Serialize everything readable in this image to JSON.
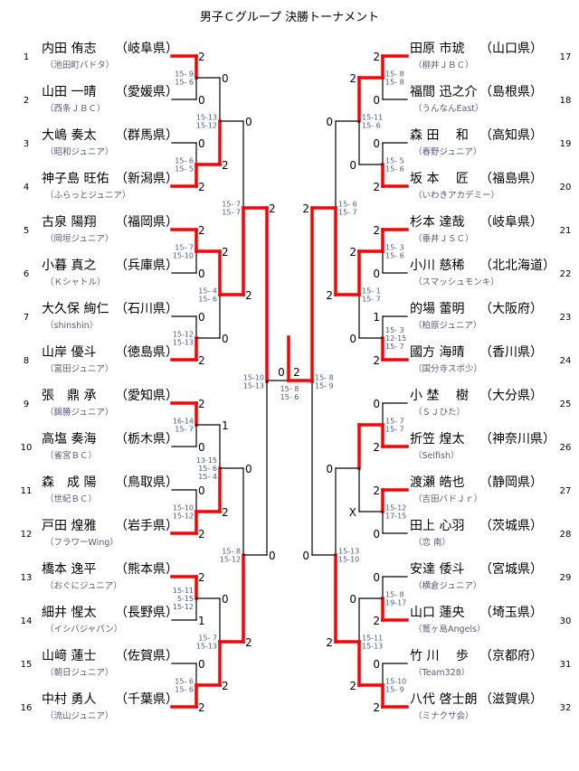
{
  "title": "男子Ｃグループ 決勝トーナメント",
  "colors": {
    "win": "#ff0000",
    "line": "#000000",
    "games": "#4a5a8a"
  },
  "left": {
    "players": [
      {
        "no": "1",
        "name": "内田 侑志",
        "pref": "（岐阜県）",
        "club": "（池田町バドタ）"
      },
      {
        "no": "2",
        "name": "山田 一晴",
        "pref": "（愛媛県）",
        "club": "（西条ＪＢＣ）"
      },
      {
        "no": "3",
        "name": "大嶋 奏太",
        "pref": "（群馬県）",
        "club": "（昭和ジュニア）"
      },
      {
        "no": "4",
        "name": "神子島 旺佑",
        "pref": "（新潟県）",
        "club": "（ふらっとジュニア）"
      },
      {
        "no": "5",
        "name": "古泉 陽翔",
        "pref": "（福岡県）",
        "club": "（岡垣ジュニア）"
      },
      {
        "no": "6",
        "name": "小暮 真之",
        "pref": "（兵庫県）",
        "club": "（Ｋシャトル）"
      },
      {
        "no": "7",
        "name": "大久保 絢仁",
        "pref": "（石川県）",
        "club": "（shinshin）"
      },
      {
        "no": "8",
        "name": "山岸 優斗",
        "pref": "（徳島県）",
        "club": "（富田ジュニア）"
      },
      {
        "no": "9",
        "name": "張　鼎 承",
        "pref": "（愛知県）",
        "club": "（錦勝ジュニア）"
      },
      {
        "no": "10",
        "name": "高塩 奏海",
        "pref": "（栃木県）",
        "club": "（雀宮ＢＣ）"
      },
      {
        "no": "11",
        "name": "森　成 陽",
        "pref": "（鳥取県）",
        "club": "（世紀ＢＣ）"
      },
      {
        "no": "12",
        "name": "戸田 煌雅",
        "pref": "（岩手県）",
        "club": "（フラワーWing）"
      },
      {
        "no": "13",
        "name": "橋本 逸平",
        "pref": "（熊本県）",
        "club": "（おぐにジュニア）"
      },
      {
        "no": "14",
        "name": "細井 惺太",
        "pref": "（長野県）",
        "club": "（イシバジャパン）"
      },
      {
        "no": "15",
        "name": "山﨑 蓮士",
        "pref": "（佐賀県）",
        "club": "（朝日ジュニア）"
      },
      {
        "no": "16",
        "name": "中村 勇人",
        "pref": "（千葉県）",
        "club": "（流山ジュニア）"
      }
    ],
    "rounds": [
      [
        {
          "scores": [
            "2",
            "0"
          ],
          "games": [
            "15- 9",
            "15- 6"
          ],
          "winner": 0
        },
        {
          "scores": [
            "0",
            "2"
          ],
          "games": [
            "15- 6",
            "15- 5"
          ],
          "winner": 1
        },
        {
          "scores": [
            "2",
            "0"
          ],
          "games": [
            "15- 7",
            "15-10"
          ],
          "winner": 0
        },
        {
          "scores": [
            "0",
            "2"
          ],
          "games": [
            "15-12",
            "15-13"
          ],
          "winner": 1
        },
        {
          "scores": [
            "2",
            "0"
          ],
          "games": [
            "16-14",
            "15- 7"
          ],
          "winner": 0
        },
        {
          "scores": [
            "0",
            "2"
          ],
          "games": [
            "15-10",
            "15-12"
          ],
          "winner": 1
        },
        {
          "scores": [
            "2",
            "1"
          ],
          "games": [
            "15-11",
            "5-15",
            "15-12"
          ],
          "winner": 0
        },
        {
          "scores": [
            "0",
            "2"
          ],
          "games": [
            "15- 6",
            "15- 6"
          ],
          "winner": 1
        }
      ],
      [
        {
          "scores": [
            "0",
            "2"
          ],
          "games": [
            "15-13",
            "15-12"
          ],
          "winner": 1
        },
        {
          "scores": [
            "2",
            "0"
          ],
          "games": [
            "15- 4",
            "15- 6"
          ],
          "winner": 0
        },
        {
          "scores": [
            "1",
            "2"
          ],
          "games": [
            "13-15",
            "15- 6",
            "15- 4"
          ],
          "winner": 1
        },
        {
          "scores": [
            "0",
            "2"
          ],
          "games": [
            "15- 7",
            "15-13"
          ],
          "winner": 1
        }
      ],
      [
        {
          "scores": [
            "0",
            "2"
          ],
          "games": [
            "15- 7",
            "15- 7"
          ],
          "winner": 1
        },
        {
          "scores": [
            "0",
            "2"
          ],
          "games": [
            "15- 8",
            "15-12"
          ],
          "winner": 1
        }
      ],
      [
        {
          "scores": [
            "2",
            "0"
          ],
          "games": [
            "15-10",
            "15-13"
          ],
          "winner": 0
        }
      ]
    ]
  },
  "right": {
    "players": [
      {
        "no": "17",
        "name": "田原 市琥",
        "pref": "（山口県）",
        "club": "（柳井ＪＢＣ）"
      },
      {
        "no": "18",
        "name": "福間 迅之介",
        "pref": "（島根県）",
        "club": "（うんなんEast）"
      },
      {
        "no": "19",
        "name": "森 田　 和",
        "pref": "（高知県）",
        "club": "（春野ジュニア）"
      },
      {
        "no": "20",
        "name": "坂 本　 匠",
        "pref": "（福島県）",
        "club": "（いわきアカデミー）"
      },
      {
        "no": "21",
        "name": "杉本 達哉",
        "pref": "（岐阜県）",
        "club": "（垂井ＪＳＣ）"
      },
      {
        "no": "22",
        "name": "小川 慈稀",
        "pref": "（北北海道）",
        "club": "（スマッシュモンキ）"
      },
      {
        "no": "23",
        "name": "的場 蕾明",
        "pref": "（大阪府）",
        "club": "（柏原ジュニア）"
      },
      {
        "no": "24",
        "name": "國方 海晴",
        "pref": "（香川県）",
        "club": "（国分寺スポ少）"
      },
      {
        "no": "25",
        "name": "小 埜　 樹",
        "pref": "（大分県）",
        "club": "（ＳＪひた）"
      },
      {
        "no": "26",
        "name": "折笠 煌太",
        "pref": "（神奈川県）",
        "club": "（Selfish）"
      },
      {
        "no": "27",
        "name": "渡瀬 皓也",
        "pref": "（静岡県）",
        "club": "（吉田バドＪｒ）"
      },
      {
        "no": "28",
        "name": "田上 心羽",
        "pref": "（茨城県）",
        "club": "（恋 南）"
      },
      {
        "no": "29",
        "name": "安達 倭斗",
        "pref": "（宮城県）",
        "club": "（横倉ジュニア）"
      },
      {
        "no": "30",
        "name": "山口 蓮央",
        "pref": "（埼玉県）",
        "club": "（鷲ヶ島Angels）"
      },
      {
        "no": "31",
        "name": "竹 川　 歩",
        "pref": "（京都府）",
        "club": "（Team328）"
      },
      {
        "no": "32",
        "name": "八代 啓士朗",
        "pref": "（滋賀県）",
        "club": "（ミナクサ会）"
      }
    ],
    "rounds": [
      [
        {
          "scores": [
            "2",
            "0"
          ],
          "games": [
            "15- 8",
            "15- 8"
          ],
          "winner": 0
        },
        {
          "scores": [
            "0",
            "2"
          ],
          "games": [
            "15- 5",
            "15- 6"
          ],
          "winner": 1
        },
        {
          "scores": [
            "2",
            "0"
          ],
          "games": [
            "15- 3",
            "15- 6"
          ],
          "winner": 0
        },
        {
          "scores": [
            "1",
            "2"
          ],
          "games": [
            "15- 3",
            "12-15",
            "15- 7"
          ],
          "winner": 1
        },
        {
          "scores": [
            "0",
            "2"
          ],
          "games": [
            "15- 7",
            "15- 7"
          ],
          "winner": 1
        },
        {
          "scores": [
            "2",
            "0"
          ],
          "games": [
            "15-12",
            "17-15"
          ],
          "winner": 0
        },
        {
          "scores": [
            "0",
            "2"
          ],
          "games": [
            "15- 8",
            "19-17"
          ],
          "winner": 1
        },
        {
          "scores": [
            "0",
            "2"
          ],
          "games": [
            "15-10",
            "15- 9"
          ],
          "winner": 1
        }
      ],
      [
        {
          "scores": [
            "2",
            "0"
          ],
          "games": [
            "15-11",
            "15- 6"
          ],
          "winner": 0
        },
        {
          "scores": [
            "2",
            "0"
          ],
          "games": [
            "15- 1",
            "15- 7"
          ],
          "winner": 0
        },
        {
          "scores": [
            "",
            "X"
          ],
          "games": [],
          "winner": 0
        },
        {
          "scores": [
            "0",
            "2"
          ],
          "games": [
            "15-11",
            "15-13"
          ],
          "winner": 1
        }
      ],
      [
        {
          "scores": [
            "0",
            "2"
          ],
          "games": [
            "15- 6",
            "15- 7"
          ],
          "winner": 1
        },
        {
          "scores": [
            "0",
            "2"
          ],
          "games": [
            "15-13",
            "15-10"
          ],
          "winner": 1
        }
      ],
      [
        {
          "scores": [
            "2",
            "0"
          ],
          "games": [
            "15- 8",
            "15- 9"
          ],
          "winner": 0
        }
      ]
    ]
  },
  "final": {
    "scores": [
      "0",
      "2"
    ],
    "games": [
      "15- 8",
      "15- 6"
    ],
    "winner": 1
  }
}
